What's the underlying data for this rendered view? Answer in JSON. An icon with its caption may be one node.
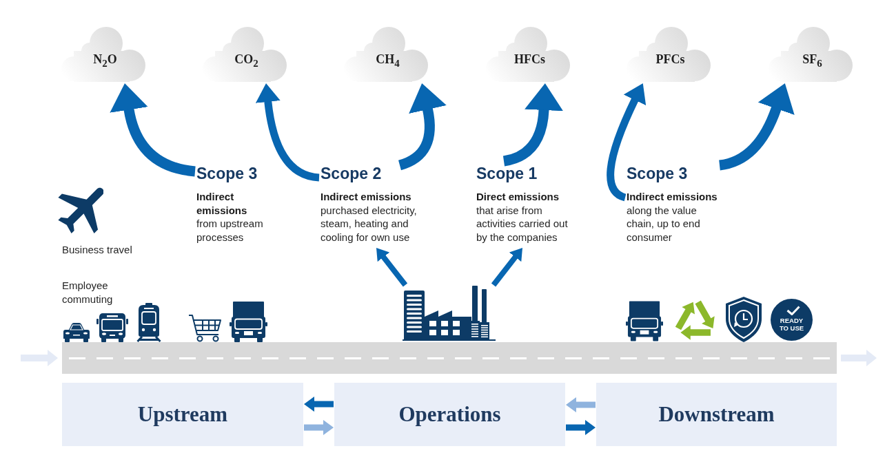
{
  "diagram": {
    "nodes": [
      {
        "text": [
          "N$_{2}$O"
        ]
      },
      {
        "text": [
          "CO$_{2}$"
        ]
      },
      {
        "text": [
          "CH$_{4}$"
        ]
      },
      {
        "text": [
          "HFCs"
        ]
      },
      {
        "text": [
          "PFCs"
        ]
      },
      {
        "text": [
          "SF$_{6}$"
        ]
      },
      {
        "text": [
          "Scope 3",
          "Indirect emissions",
          "from upstream processes"
        ]
      },
      {
        "text": [
          "Scope 2",
          "Indirect emissions",
          "purchased electricity, steam, heating and cooling for own use"
        ]
      },
      {
        "text": [
          "Scope 1",
          "Direct emissions",
          "that arise from activities carried out by the companies"
        ]
      },
      {
        "text": [
          "Scope 3",
          "Indirect emissions",
          "along the value chain, up to end consumer"
        ]
      },
      {
        "text": [],
        "shape": "picture"
      },
      {
        "text": [
          "READY TO USE"
        ]
      },
      {
        "text": [
          "Upstream"
        ]
      },
      {
        "text": [
          "Operations"
        ]
      },
      {
        "text": [
          "Downstream"
        ]
      }
    ],
    "edges": [
      {
        "from": 6,
        "to": 0,
        "arrow": "to"
      },
      {
        "from": 7,
        "to": 1,
        "arrow": "to"
      },
      {
        "from": 7,
        "to": 2,
        "arrow": "to"
      },
      {
        "from": 8,
        "to": 3,
        "arrow": "to"
      },
      {
        "from": 9,
        "to": 4,
        "arrow": "to"
      },
      {
        "from": 9,
        "to": 5,
        "arrow": "to"
      },
      {
        "from": 10,
        "to": 7,
        "arrow": "to"
      },
      {
        "from": 10,
        "to": 8,
        "arrow": "to"
      },
      {
        "from": 13,
        "to": 12,
        "arrow": "to"
      },
      {
        "from": 12,
        "to": 13,
        "arrow": "to",
        "color": "#8fb3de"
      },
      {
        "from": 14,
        "to": 13,
        "arrow": "to",
        "color": "#8fb3de"
      },
      {
        "from": 13,
        "to": 14,
        "arrow": "to"
      }
    ],
    "labels": [
      "Business travel",
      "Employee commuting"
    ]
  }
}
